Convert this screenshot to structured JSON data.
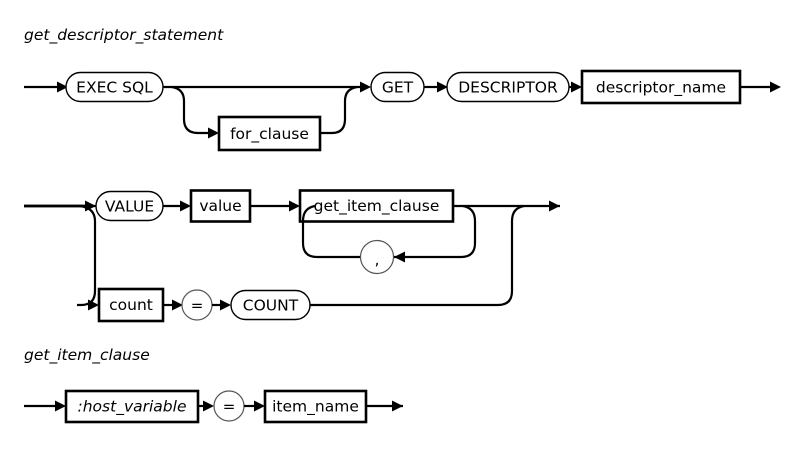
{
  "document": {
    "type": "railroad-syntax-diagram",
    "background_color": "#ffffff",
    "line_color": "#000000"
  },
  "sections": [
    {
      "title": "get_descriptor_statement",
      "nodes": {
        "exec_sql": "EXEC SQL",
        "for_clause": "for_clause",
        "get": "GET",
        "descriptor": "DESCRIPTOR",
        "descriptor_name": "descriptor_name",
        "value": "VALUE",
        "value_box": "value",
        "get_item_clause": "get_item_clause",
        "comma": ",",
        "count_box": "count",
        "equals": "=",
        "count_kw": "COUNT"
      }
    },
    {
      "title": "get_item_clause",
      "nodes": {
        "host_variable": ":host_variable",
        "equals": "=",
        "item_name": "item_name"
      }
    }
  ]
}
